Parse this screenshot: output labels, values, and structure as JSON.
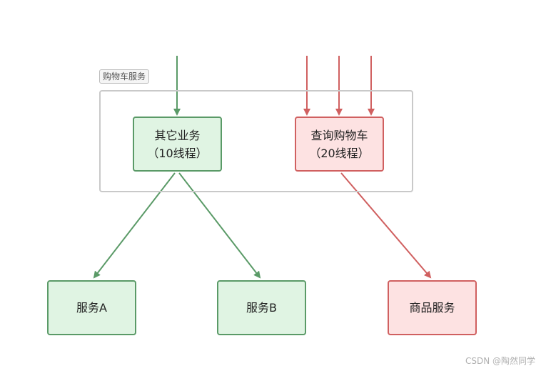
{
  "group": {
    "label": "购物车服务"
  },
  "nodes": {
    "other": {
      "line1": "其它业务",
      "line2": "（10线程）"
    },
    "query": {
      "line1": "查询购物车",
      "line2": "（20线程）"
    },
    "service_a": {
      "label": "服务A"
    },
    "service_b": {
      "label": "服务B"
    },
    "product": {
      "label": "商品服务"
    }
  },
  "colors": {
    "green_fill": "#e0f4e3",
    "green_stroke": "#5a9a67",
    "red_fill": "#fde2e2",
    "red_stroke": "#d06060",
    "group_stroke": "#c9c9c9"
  },
  "watermark": "CSDN @陶然同学"
}
